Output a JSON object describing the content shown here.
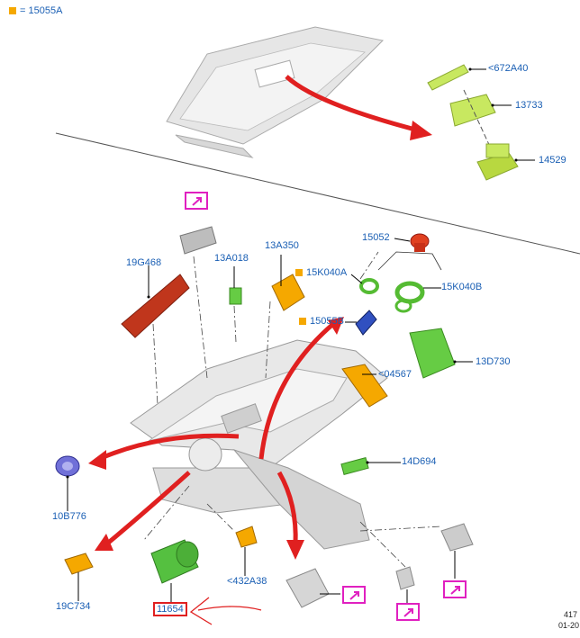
{
  "legend": {
    "text": "= 15055A",
    "swatch_color": "#f5a800"
  },
  "labels": {
    "p672A40": "<672A40",
    "p13733": "13733",
    "p14529": "14529",
    "p15052": "15052",
    "p15K040A": "15K040A",
    "p15K040B": "15K040B",
    "p15055B": "15055B",
    "p13D730": "13D730",
    "p04567": "<04567",
    "p14D694": "14D694",
    "p19G468": "19G468",
    "p13A018": "13A018",
    "p13A350": "13A350",
    "p10B776": "10B776",
    "p19C734": "19C734",
    "p432A38": "<432A38",
    "p11654": "11654"
  },
  "corner": {
    "line1": "417",
    "line2": "01-20"
  },
  "colors": {
    "label": "#1a5fb4",
    "arrow": "#e02020",
    "callout": "#e020c0",
    "orange": "#f5a800",
    "green": "#5ac83c"
  },
  "icons": [
    "external-link-icon",
    "red-arrow",
    "handwritten-arrow"
  ]
}
